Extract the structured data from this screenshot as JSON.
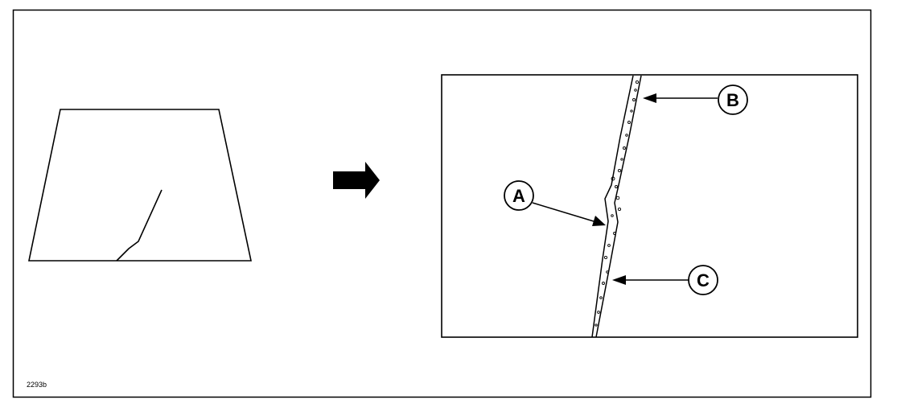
{
  "figure_id": "2293b",
  "callouts": {
    "a": "A",
    "b": "B",
    "c": "C"
  },
  "icons": {
    "direction_arrow": "right-arrow-icon",
    "windshield_overview": "windshield-crack-icon",
    "detail_view": "crack-detail-view"
  }
}
